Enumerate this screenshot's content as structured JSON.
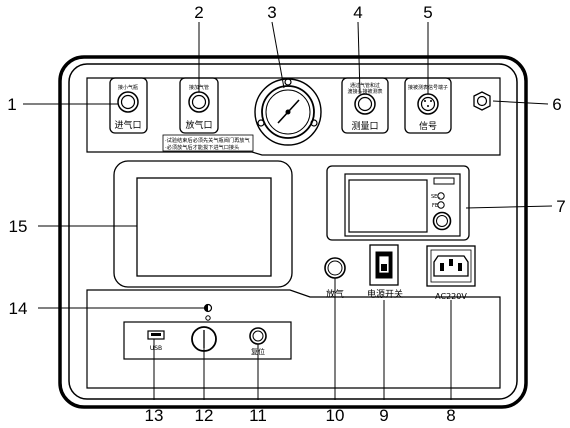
{
  "callouts": {
    "n1": "1",
    "n2": "2",
    "n3": "3",
    "n4": "4",
    "n5": "5",
    "n6": "6",
    "n7": "7",
    "n8": "8",
    "n9": "9",
    "n10": "10",
    "n11": "11",
    "n12": "12",
    "n13": "13",
    "n14": "14",
    "n15": "15"
  },
  "labels": {
    "inlet_small": "接小气瓶",
    "inlet": "进气口",
    "outlet_small": "接加气管",
    "outlet": "放气口",
    "measure_small_1": "通过气管和过",
    "measure_small_2": "渡接头接被测表",
    "measure": "测量口",
    "signal_small": "接被测表信号端子",
    "signal": "信号",
    "note_1": "·试验结束后必须先关气瓶阀门再放气",
    "note_2": "·必须放气后才能拔下进气口接头",
    "deflate": "放气",
    "power_switch": "电源开关",
    "ac": "AC220V",
    "usb": "USB",
    "reset": "复位",
    "printer_mark_1": "SEL",
    "printer_mark_2": "FE"
  }
}
